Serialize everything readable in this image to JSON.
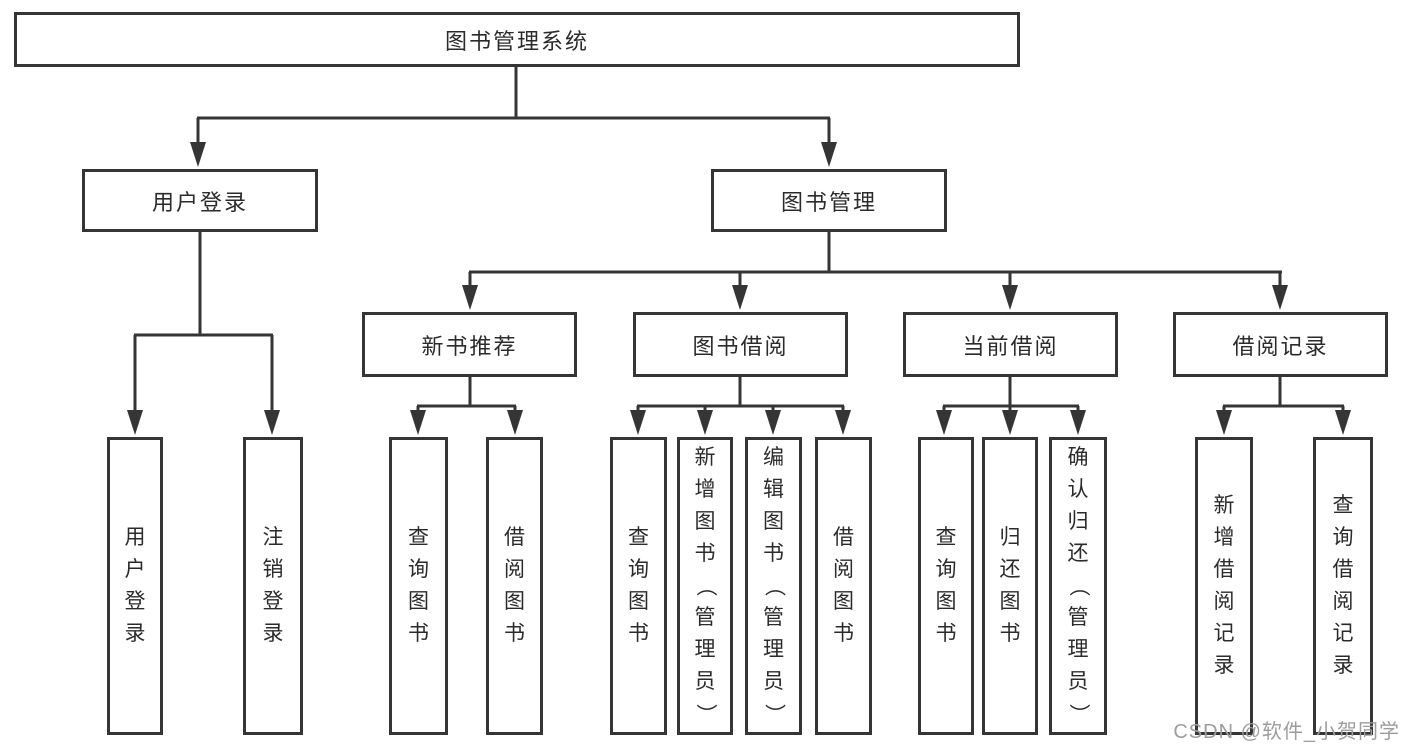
{
  "diagram": {
    "root": {
      "label": "图书管理系统"
    },
    "level2": {
      "user_login": {
        "label": "用户登录"
      },
      "book_management": {
        "label": "图书管理"
      }
    },
    "level3": {
      "new_book_recommend": {
        "label": "新书推荐"
      },
      "book_borrow": {
        "label": "图书借阅"
      },
      "current_borrow": {
        "label": "当前借阅"
      },
      "borrow_records": {
        "label": "借阅记录"
      }
    },
    "leaves": {
      "user_login": [
        {
          "label": "用户登录"
        },
        {
          "label": "注销登录"
        }
      ],
      "new_book_recommend": [
        {
          "label": "查询图书"
        },
        {
          "label": "借阅图书"
        }
      ],
      "book_borrow": [
        {
          "label": "查询图书"
        },
        {
          "label": "新增图书（管理员）"
        },
        {
          "label": "编辑图书（管理员）"
        },
        {
          "label": "借阅图书"
        }
      ],
      "current_borrow": [
        {
          "label": "查询图书"
        },
        {
          "label": "归还图书"
        },
        {
          "label": "确认归还（管理员）"
        }
      ],
      "borrow_records": [
        {
          "label": "新增借阅记录"
        },
        {
          "label": "查询借阅记录"
        }
      ]
    },
    "colors": {
      "line": "#353535",
      "text": "#2b2b2b",
      "watermark": "#9d9d9d"
    },
    "watermark": "CSDN @软件_小贺同学"
  }
}
